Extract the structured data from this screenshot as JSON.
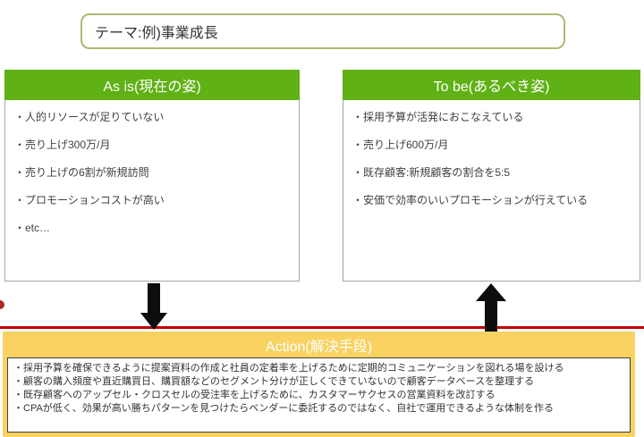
{
  "title": "テーマ:例)事業成長",
  "as_is": {
    "header": "As is(現在の姿)",
    "items": [
      "・人的リソースが足りていない",
      "・売り上げ300万/月",
      "・売り上げの6割が新規訪問",
      "・プロモーションコストが高い",
      "・etc…"
    ]
  },
  "to_be": {
    "header": "To be(あるべき姿)",
    "items": [
      "・採用予算が活発におこなえている",
      "・売り上げ600万/月",
      "・既存顧客:新規顧客の割合を5:5",
      "・安価で効率のいいプロモーションが行えている"
    ]
  },
  "action": {
    "header": "Action(解決手段)",
    "items": [
      "・採用予算を確保できるように提案資料の作成と社員の定着率を上げるために定期的コミュニケーションを図れる場を設ける",
      "・顧客の購入頻度や直近購買日、購買額などのセグメント分けが正しくできていないので顧客データベースを整理する",
      "・既存顧客へのアップセル・クロスセルの受注率を上げるために、カスタマーサクセスの営業資料を改訂する",
      "・CPAが低く、効果が高い勝ちパターンを見つけたらベンダーに委託するのではなく、自社で運用できるような体制を作る"
    ]
  },
  "colors": {
    "header_green": "#5fb115",
    "action_yellow": "#f9d262",
    "divider_red": "#c00000",
    "title_border_green": "#a8bc72",
    "arrow_black": "#0d0d0d"
  }
}
